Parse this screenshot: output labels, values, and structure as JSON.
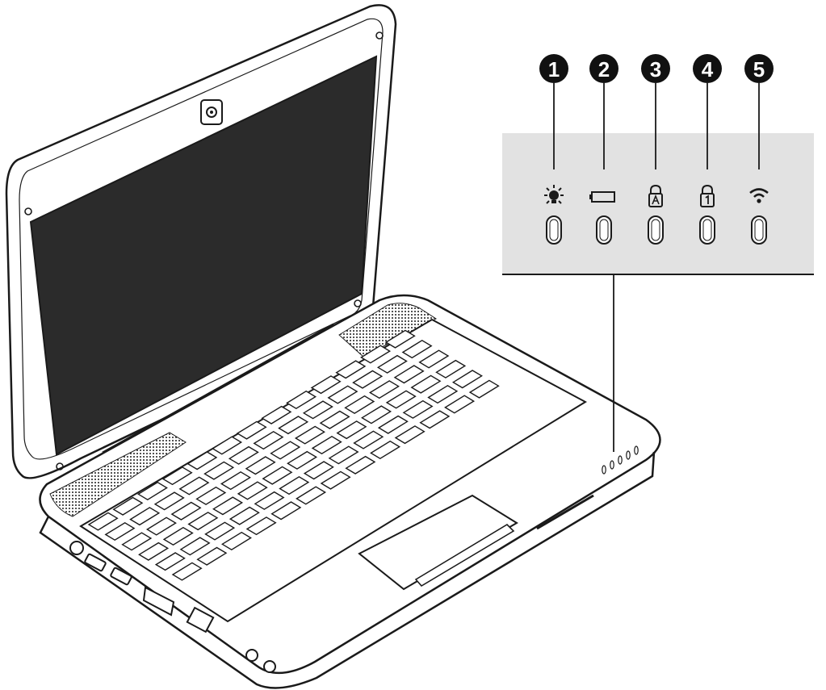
{
  "callouts": [
    {
      "number": "1",
      "icon": "power-light-icon"
    },
    {
      "number": "2",
      "icon": "battery-icon"
    },
    {
      "number": "3",
      "icon": "caps-lock-icon"
    },
    {
      "number": "4",
      "icon": "num-lock-icon"
    },
    {
      "number": "5",
      "icon": "wireless-icon"
    }
  ],
  "colors": {
    "line": "#1a1a1a",
    "screen": "#2b2b2b",
    "panel": "#e2e2e2",
    "callout": "#111111"
  }
}
